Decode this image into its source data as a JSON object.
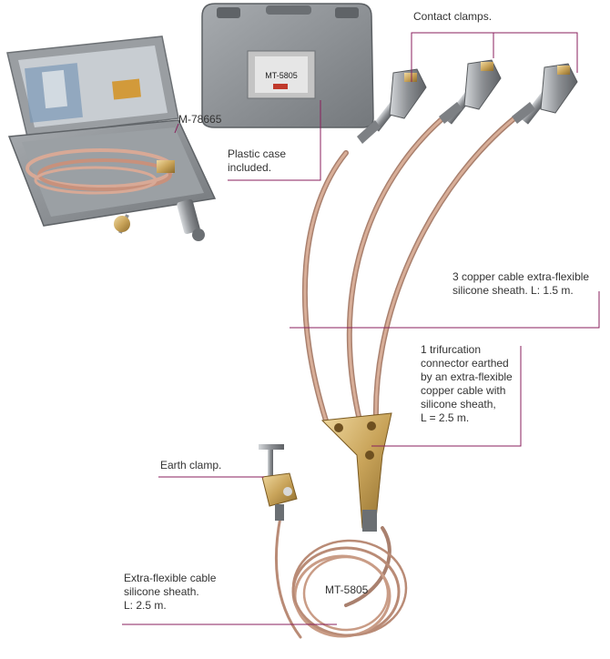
{
  "labels": {
    "contact_clamps": "Contact clamps.",
    "case_model": "M-78665",
    "plastic_case": "Plastic case\nincluded.",
    "copper_cable": "3 copper cable extra-flexible\nsilicone sheath. L: 1.5 m.",
    "trifurcation": "1 trifurcation\nconnector earthed\nby an extra-flexible\ncopper cable with\nsilicone sheath,\nL = 2.5 m.",
    "earth_clamp": "Earth clamp.",
    "extra_flexible": "Extra-flexible cable\nsilicone sheath.\nL: 2.5 m.",
    "kit_model": "MT-5805",
    "case_badge": "MT-5805"
  },
  "colors": {
    "callout_line": "#8a1f5c",
    "case_gray": "#8e9296",
    "cable_copper": "#c79a84",
    "brass": "#c9a45a",
    "steel": "#8c8f93"
  }
}
